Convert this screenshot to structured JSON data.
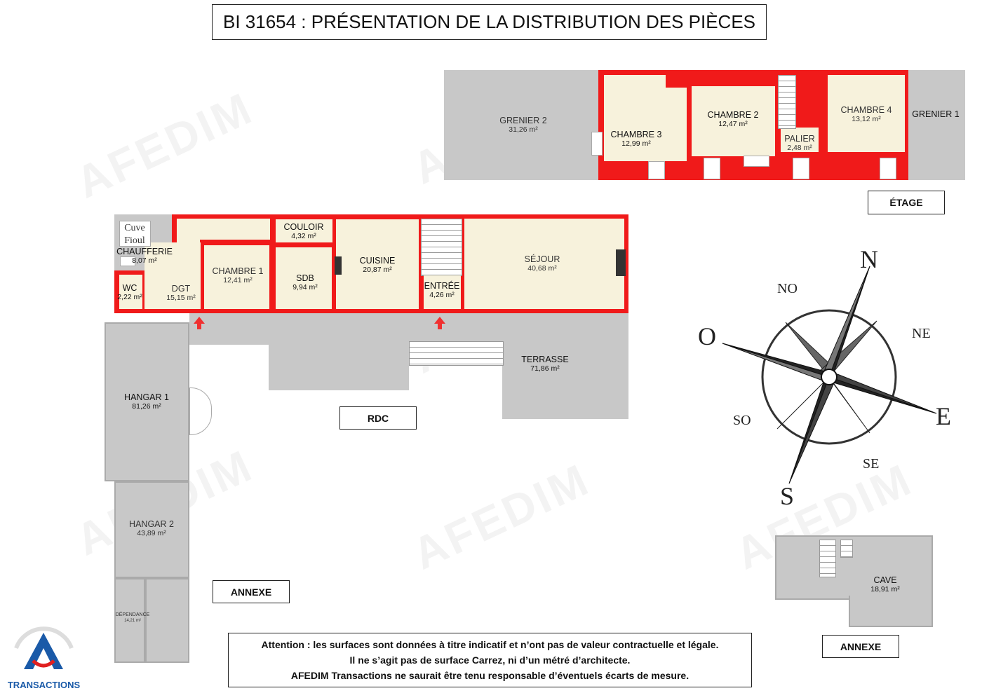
{
  "title": "BI 31654 : PRÉSENTATION DE LA DISTRIBUTION DES PIÈCES",
  "floors": {
    "etage": "ÉTAGE",
    "rdc": "RDC",
    "annexe1": "ANNEXE",
    "annexe2": "ANNEXE"
  },
  "etage_rooms": [
    {
      "name": "GRENIER 2",
      "area": "31,26 m²"
    },
    {
      "name": "CHAMBRE 3",
      "area": "12,99 m²"
    },
    {
      "name": "CHAMBRE 2",
      "area": "12,47 m²"
    },
    {
      "name": "PALIER",
      "area": "2,48 m²"
    },
    {
      "name": "CHAMBRE 4",
      "area": "13,12 m²"
    },
    {
      "name": "GRENIER 1",
      "area": ""
    }
  ],
  "rdc_rooms": [
    {
      "name": "CHAUFFERIE",
      "area": "8,07 m²"
    },
    {
      "name": "WC",
      "area": "2,22 m²"
    },
    {
      "name": "DGT",
      "area": "15,15 m²"
    },
    {
      "name": "CHAMBRE 1",
      "area": "12,41 m²"
    },
    {
      "name": "COULOIR",
      "area": "4,32 m²"
    },
    {
      "name": "SDB",
      "area": "9,94 m²"
    },
    {
      "name": "CUISINE",
      "area": "20,87 m²"
    },
    {
      "name": "ENTRÉE",
      "area": "4,26 m²"
    },
    {
      "name": "SÉJOUR",
      "area": "40,68 m²"
    },
    {
      "name": "TERRASSE",
      "area": "71,86 m²"
    }
  ],
  "cuve": [
    "Cuve",
    "Fioul"
  ],
  "annexe_rooms": [
    {
      "name": "HANGAR 1",
      "area": "81,26 m²"
    },
    {
      "name": "HANGAR 2",
      "area": "43,89 m²"
    },
    {
      "name": "DÉPENDANCE",
      "area": "14,21 m²"
    },
    {
      "name": "CAVE",
      "area": "18,91 m²"
    }
  ],
  "compass": {
    "n": "N",
    "no": "NO",
    "ne": "NE",
    "o": "O",
    "e": "E",
    "so": "SO",
    "se": "SE",
    "s": "S"
  },
  "disclaimer": [
    "Attention : les surfaces sont données à titre indicatif et n’ont pas de valeur contractuelle et légale.",
    "Il ne s’agit pas de surface Carrez, ni d’un métré d’architecte.",
    "AFEDIM Transactions ne saurait être tenu responsable d’éventuels écarts de mesure."
  ],
  "logo": {
    "text": "TRANSACTIONS",
    "color": "#1a5aa8",
    "accent": "#e02020"
  },
  "watermark": "AFEDIM"
}
